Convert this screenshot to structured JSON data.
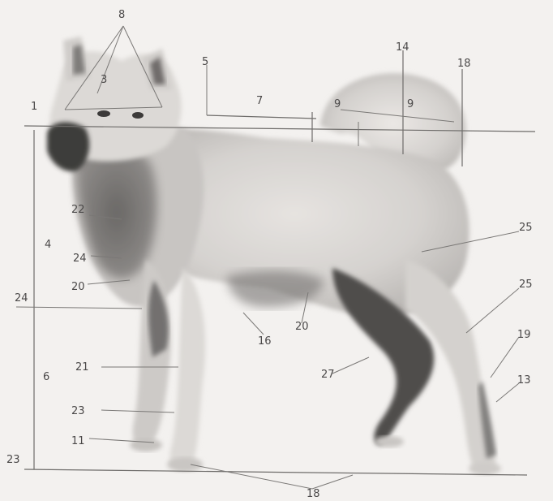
{
  "figure": {
    "labels": [
      {
        "id": "l-top",
        "text": "8"
      },
      {
        "id": "l-ear",
        "text": "3"
      },
      {
        "id": "l-neck",
        "text": "5"
      },
      {
        "id": "l-back",
        "text": "7"
      },
      {
        "id": "l-tail-top",
        "text": "14"
      },
      {
        "id": "l-tail-right",
        "text": "18"
      },
      {
        "id": "l-tail-a",
        "text": "9"
      },
      {
        "id": "l-tail-b",
        "text": "9"
      },
      {
        "id": "l-nose",
        "text": "1"
      },
      {
        "id": "l-chest1",
        "text": "22"
      },
      {
        "id": "l-chest2",
        "text": "4"
      },
      {
        "id": "l-chest3",
        "text": "24"
      },
      {
        "id": "l-chest4",
        "text": "20"
      },
      {
        "id": "l-height",
        "text": "24"
      },
      {
        "id": "l-foreleg1",
        "text": "21"
      },
      {
        "id": "l-foreleg2",
        "text": "23"
      },
      {
        "id": "l-foreleg3",
        "text": "11"
      },
      {
        "id": "l-legh",
        "text": "6"
      },
      {
        "id": "l-ground",
        "text": "23"
      },
      {
        "id": "l-belly1",
        "text": "16"
      },
      {
        "id": "l-belly2",
        "text": "20"
      },
      {
        "id": "l-hind1",
        "text": "27"
      },
      {
        "id": "l-thigh",
        "text": "25"
      },
      {
        "id": "l-hock1",
        "text": "25"
      },
      {
        "id": "l-hock2",
        "text": "19"
      },
      {
        "id": "l-hock3",
        "text": "13"
      },
      {
        "id": "l-feet",
        "text": "18"
      }
    ]
  }
}
